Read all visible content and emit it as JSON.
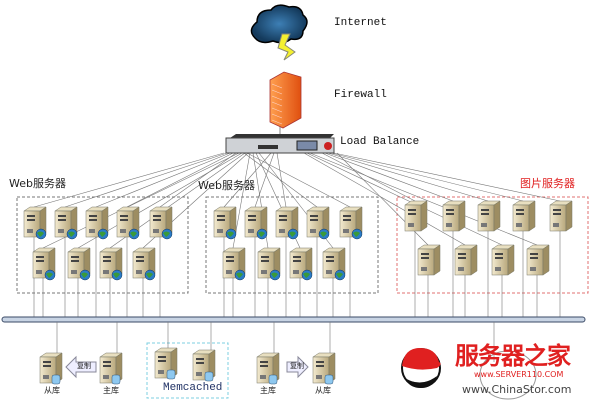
{
  "top": {
    "internet_label": "Internet",
    "firewall_label": "Firewall",
    "load_balance_label": "Load Balance"
  },
  "groups": [
    {
      "label": "Web服务器",
      "color": "#222222",
      "border": "#777777"
    },
    {
      "label": "Web服务器",
      "color": "#222222",
      "border": "#777777"
    },
    {
      "label": "图片服务器",
      "color": "#e02020",
      "border": "#e07070"
    }
  ],
  "bottom": {
    "slave_left_label": "从库",
    "master_left_label": "主库",
    "replicate_left_label": "复制",
    "memcached_label": "Memcached",
    "master_right_label": "主库",
    "replicate_right_label": "复制",
    "slave_right_label": "从库"
  },
  "watermark": {
    "brand": "服务器之家",
    "url1": "www.SERVER110.COM",
    "url2": "www.ChinaStor.com"
  },
  "colors": {
    "bus": "#c8d4e4",
    "accent_red": "#e02020",
    "memcached_border": "#7ccfe0"
  }
}
